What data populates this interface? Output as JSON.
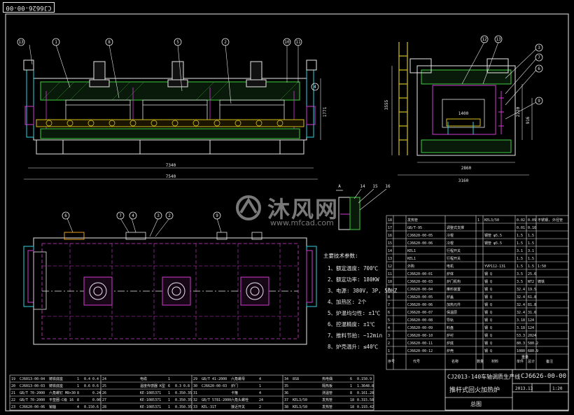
{
  "drawing": {
    "rotated_tag": "CJ6626-00-00",
    "dims": {
      "front_length_inner": "7340",
      "front_length_outer": "7540",
      "front_height": "1771",
      "side_height": "3555",
      "side_depth_1": "1400",
      "side_depth_2": "2220",
      "side_depth_3": "916",
      "side_width_inner": "2860",
      "side_width_outer": "3160"
    },
    "front_balloons": [
      "13",
      "1",
      "8",
      "5",
      "2",
      "10",
      "11",
      "4"
    ],
    "side_balloons": [
      "12",
      "13",
      "3",
      "7",
      "6",
      "9"
    ],
    "plan_balloons": [
      "6",
      "7",
      "4",
      "3",
      "2",
      "9"
    ],
    "detail_label": "A",
    "detail_balloons": [
      "14",
      "15",
      "16"
    ],
    "spec_title": "主要技术参数:",
    "specs": [
      "1、额定温度: 700℃",
      "2、额定功率: 180KW",
      "3、电源: 380V, 3P, 50HZ",
      "4、加热区: 2个",
      "5、炉温均匀性: ±1℃",
      "6、控温精度: ±1℃",
      "7、推料节拍: ~12min",
      "8、炉壳温升: ≤40℃"
    ]
  },
  "parts_right": {
    "rows": [
      [
        "18",
        "",
        "发热管",
        "",
        "1",
        "KEL3/50",
        "0.02",
        "0.09",
        "不锈钢, 外径管"
      ],
      [
        "17",
        "",
        "GB/T-95",
        "调整式支撑",
        "",
        "",
        "0.01",
        "0.16",
        ""
      ],
      [
        "16",
        "",
        "CJ6620-00-05",
        "冷棍",
        "",
        "钢管 φ5.5",
        "1.5",
        "1.5",
        ""
      ],
      [
        "15",
        "",
        "CJ6620-00-06",
        "冷棍",
        "",
        "钢管 φ5.5",
        "1.5",
        "1.5",
        ""
      ],
      [
        "14",
        "",
        "KEL1",
        "行程开关",
        "",
        "",
        "3.1",
        "3.1",
        ""
      ],
      [
        "13",
        "",
        "KEL1",
        "行程开关",
        "",
        "",
        "1.5",
        "1.5",
        ""
      ],
      [
        "12",
        "",
        "外购",
        "电机",
        "",
        "YVP112-131",
        "1.5",
        "1.5",
        "1:50"
      ],
      [
        "11",
        "",
        "CJ6620-00-01",
        "炉体",
        "",
        "钢 Q",
        "3.5",
        "25.6",
        ""
      ],
      [
        "10",
        "",
        "CJ6620-00-03",
        "炉门机构",
        "",
        "钢 Q",
        "3.5",
        "NT2",
        "铸铁"
      ],
      [
        "9",
        "",
        "CJ6620-00-04",
        "推料装置",
        "",
        "钢 Q",
        "32.4",
        "19.5",
        ""
      ],
      [
        "8",
        "",
        "CJ6620-00-05",
        "炉盖",
        "",
        "钢 Q",
        "32.4",
        "61.8",
        ""
      ],
      [
        "7",
        "",
        "CJ6620-00-06",
        "加热元件",
        "",
        "钢 Q",
        "32.4",
        "81.8",
        ""
      ],
      [
        "6",
        "",
        "CJ6620-00-07",
        "保温层",
        "",
        "钢 Q",
        "32.4",
        "31.6",
        ""
      ],
      [
        "5",
        "",
        "CJ6620-00-08",
        "导轨",
        "",
        "钢 Q",
        "3.18",
        "124",
        ""
      ],
      [
        "4",
        "",
        "CJ6620-00-09",
        "料盘",
        "",
        "钢 Q",
        "3.18",
        "124",
        ""
      ],
      [
        "3",
        "",
        "CJ6620-00-10",
        "炉衬",
        "",
        "钢 Q",
        "53.3",
        "2024",
        ""
      ],
      [
        "2",
        "",
        "CJ6620-00-11",
        "炉底",
        "",
        "钢 Q",
        "80.3",
        "580.2",
        ""
      ],
      [
        "1",
        "",
        "CJ6620-00-12",
        "炉壳",
        "",
        "钢 Q",
        "1080",
        "680.9",
        ""
      ]
    ],
    "header": [
      "序号",
      "代号",
      "名称",
      "数量",
      "材料",
      "单件",
      "总计",
      "备注"
    ],
    "weight_label": "重量"
  },
  "title_block": {
    "project": "CJ2013-140车轴调质生产线",
    "name": "推杆式回火加热炉",
    "drawing_no": "CJ6626-00-00",
    "date": "2013.13",
    "scale": "1:20",
    "sheet": "总图"
  },
  "parts_bottom": {
    "col1": [
      [
        "19",
        "CJ6013-00-04",
        "铸铁底座",
        "1",
        "0.4",
        "0.4"
      ],
      [
        "20",
        "CJ6013-00-03",
        "铸铁底座",
        "1",
        "0.6",
        "0.6"
      ],
      [
        "21",
        "GB/T 70-2000",
        "六角螺钉 M8×30",
        "8",
        "",
        "0.24"
      ],
      [
        "22",
        "GB/T 70-2000",
        "平垫圈-C级 16",
        "8",
        "",
        "0.06"
      ],
      [
        "23",
        "CJ6620-00-06",
        "销轴",
        "4",
        "0.15",
        "0.6"
      ]
    ],
    "col2": [
      [
        "24",
        "",
        "电缆",
        "1",
        "",
        ""
      ],
      [
        "25",
        "",
        "温度传感器 K型",
        "6",
        "0.3",
        "0.8"
      ],
      [
        "26",
        "",
        "KE-1085371",
        "1",
        "0.35",
        "0.35"
      ],
      [
        "27",
        "",
        "KE-1085371",
        "1",
        "0.35",
        "0.35"
      ],
      [
        "28",
        "",
        "KE-1085371",
        "1",
        "0.35",
        "0.35"
      ]
    ],
    "col3": [
      [
        "29",
        "GB/T 41-2000",
        "六角螺母",
        "4",
        "",
        ""
      ],
      [
        "30",
        "CJ6620-00-03",
        "炉门",
        "1",
        "",
        ""
      ],
      [
        "31",
        "",
        "卡箍",
        "4",
        "",
        ""
      ],
      [
        "32",
        "GB/T 5781-2000",
        "六角头螺栓",
        "24",
        "",
        ""
      ],
      [
        "33",
        "KEL-31T",
        "接近开关",
        "2",
        "",
        ""
      ]
    ],
    "col4": [
      [
        "34",
        "8S8",
        "热电偶",
        "6",
        "0.15",
        "0.9"
      ],
      [
        "35",
        "",
        "隔热板",
        "1",
        "1.36",
        "48.8"
      ],
      [
        "36",
        "",
        "测温管",
        "8",
        "0.16",
        "1.28"
      ],
      [
        "37",
        "KEL3/50",
        "发热管",
        "18",
        "0.31",
        "5.58"
      ],
      [
        "38",
        "KEL3/50",
        "发热管",
        "18",
        "0.19",
        "3.42"
      ]
    ]
  },
  "watermark": {
    "title": "沐风网",
    "url": "www.mfcad.com"
  }
}
